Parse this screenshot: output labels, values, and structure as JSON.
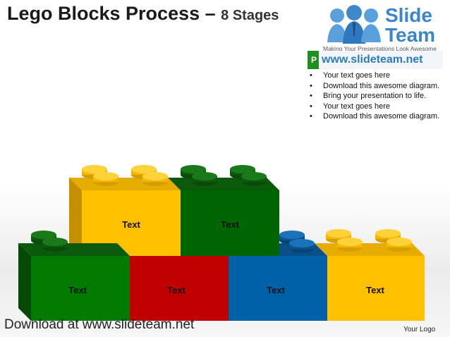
{
  "title": {
    "main": "Lego Blocks Process – ",
    "sub": "8 Stages"
  },
  "logo": {
    "word1": "Slide",
    "word2": "Team",
    "tagline": "Making Your Presentations Look Awesome"
  },
  "url_bar": {
    "prefix": "P",
    "url": "www.slideteam.net"
  },
  "bullets": [
    "Your text goes here",
    "Download this awesome diagram.",
    "Bring your presentation to life.",
    "Your text goes here",
    "Download this awesome diagram."
  ],
  "blocks": {
    "top": [
      {
        "label": "Text",
        "color": "#ffc000"
      },
      {
        "label": "Text",
        "color": "#006400"
      }
    ],
    "bottom": [
      {
        "label": "Text",
        "color": "#007a00"
      },
      {
        "label": "Text",
        "color": "#c00000"
      },
      {
        "label": "Text",
        "color": "#0060a8"
      },
      {
        "label": "Text",
        "color": "#ffc000"
      }
    ]
  },
  "footer": {
    "download": "Download at www.slideteam.net",
    "logo": "Your Logo"
  }
}
